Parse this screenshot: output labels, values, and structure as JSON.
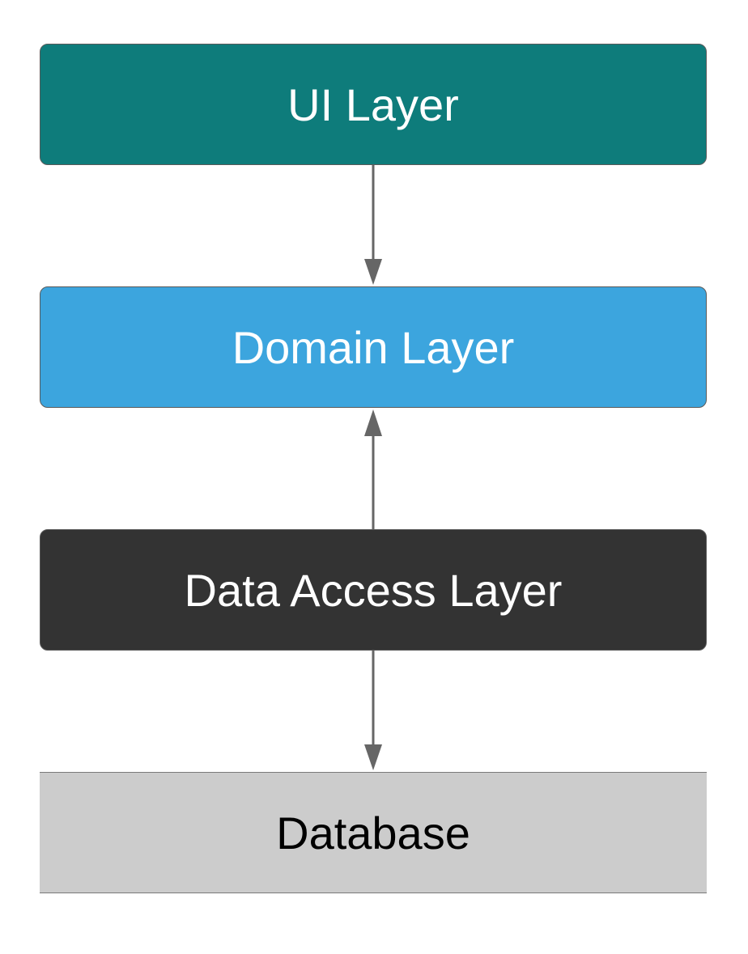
{
  "layers": {
    "ui": {
      "label": "UI Layer",
      "fill": "#0e7c7b",
      "text_color": "#ffffff"
    },
    "domain": {
      "label": "Domain Layer",
      "fill": "#3ca5de",
      "text_color": "#ffffff"
    },
    "data_access": {
      "label": "Data Access Layer",
      "fill": "#333333",
      "text_color": "#ffffff"
    },
    "database": {
      "label": "Database",
      "fill": "#cccccc",
      "text_color": "#000000"
    }
  },
  "connectors": [
    {
      "from": "UI Layer",
      "to": "Domain Layer",
      "direction": "down"
    },
    {
      "from": "Data Access Layer",
      "to": "Domain Layer",
      "direction": "up"
    },
    {
      "from": "Data Access Layer",
      "to": "Database",
      "direction": "down"
    }
  ],
  "arrow_color": "#666666"
}
